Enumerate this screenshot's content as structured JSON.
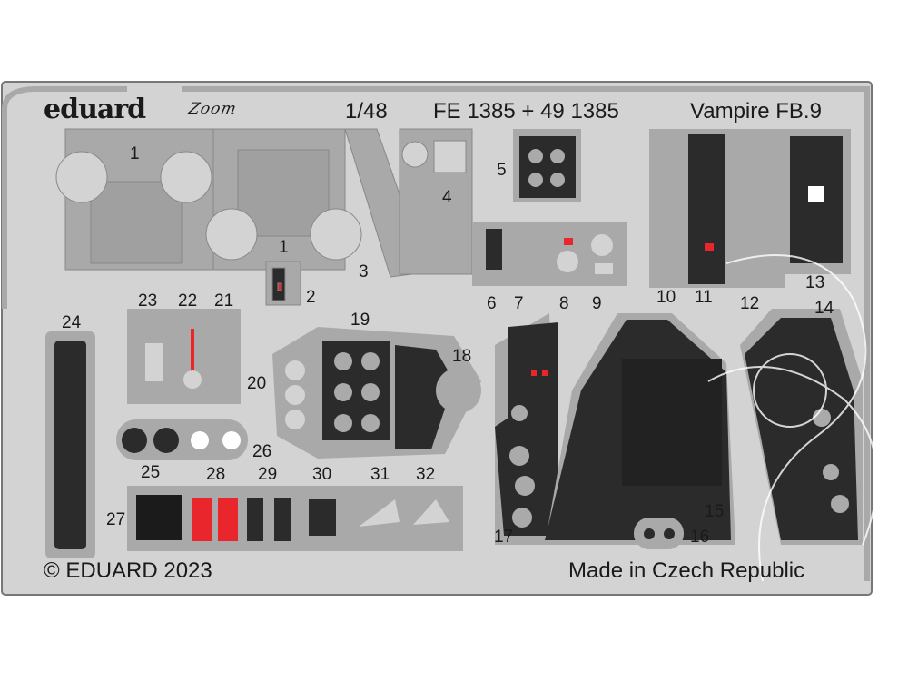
{
  "header": {
    "brand": "eduard",
    "sub_brand": "Zoom",
    "scale": "1/48",
    "code": "FE 1385 + 49 1385",
    "model": "Vampire FB.9"
  },
  "footer": {
    "copyright": "© EDUARD 2023",
    "origin": "Made in Czech Republic"
  },
  "part_numbers": [
    "1",
    "1",
    "2",
    "3",
    "4",
    "5",
    "6",
    "7",
    "8",
    "9",
    "10",
    "11",
    "12",
    "13",
    "14",
    "15",
    "16",
    "17",
    "18",
    "19",
    "20",
    "21",
    "22",
    "23",
    "24",
    "25",
    "26",
    "27",
    "28",
    "29",
    "30",
    "31",
    "32"
  ],
  "colors": {
    "fret": "#d3d3d3",
    "etched": "#a9a9a9",
    "panel": "#2b2b2b",
    "accent_red": "#e8262b"
  }
}
